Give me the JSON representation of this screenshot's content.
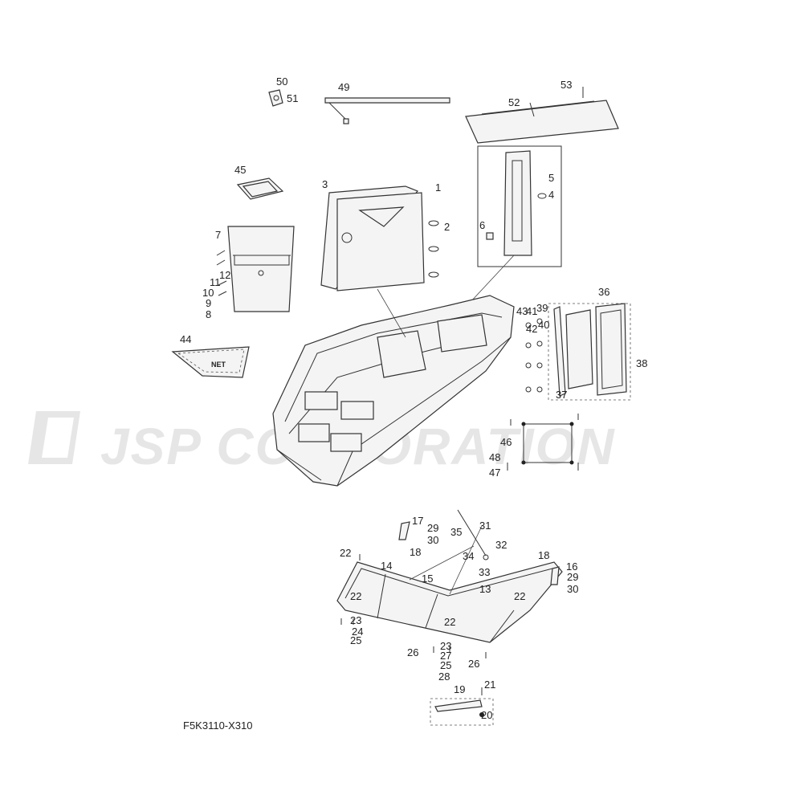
{
  "watermark": {
    "text": "JSP CORPORATION"
  },
  "figure": {
    "code": "F5K3110-X310",
    "net_label": "NET"
  },
  "callouts": [
    "1",
    "2",
    "3",
    "4",
    "5",
    "6",
    "7",
    "8",
    "9",
    "10",
    "11",
    "12",
    "13",
    "14",
    "15",
    "16",
    "17",
    "18",
    "19",
    "20",
    "21",
    "22",
    "23",
    "24",
    "25",
    "26",
    "27",
    "28",
    "29",
    "30",
    "31",
    "32",
    "33",
    "34",
    "35",
    "36",
    "37",
    "38",
    "39",
    "40",
    "41",
    "42",
    "43",
    "44",
    "45",
    "46",
    "47",
    "48",
    "49",
    "50",
    "51",
    "52",
    "53"
  ],
  "colors": {
    "line": "#333333",
    "fill": "#f4f4f4",
    "watermark": "#e6e6e6"
  }
}
